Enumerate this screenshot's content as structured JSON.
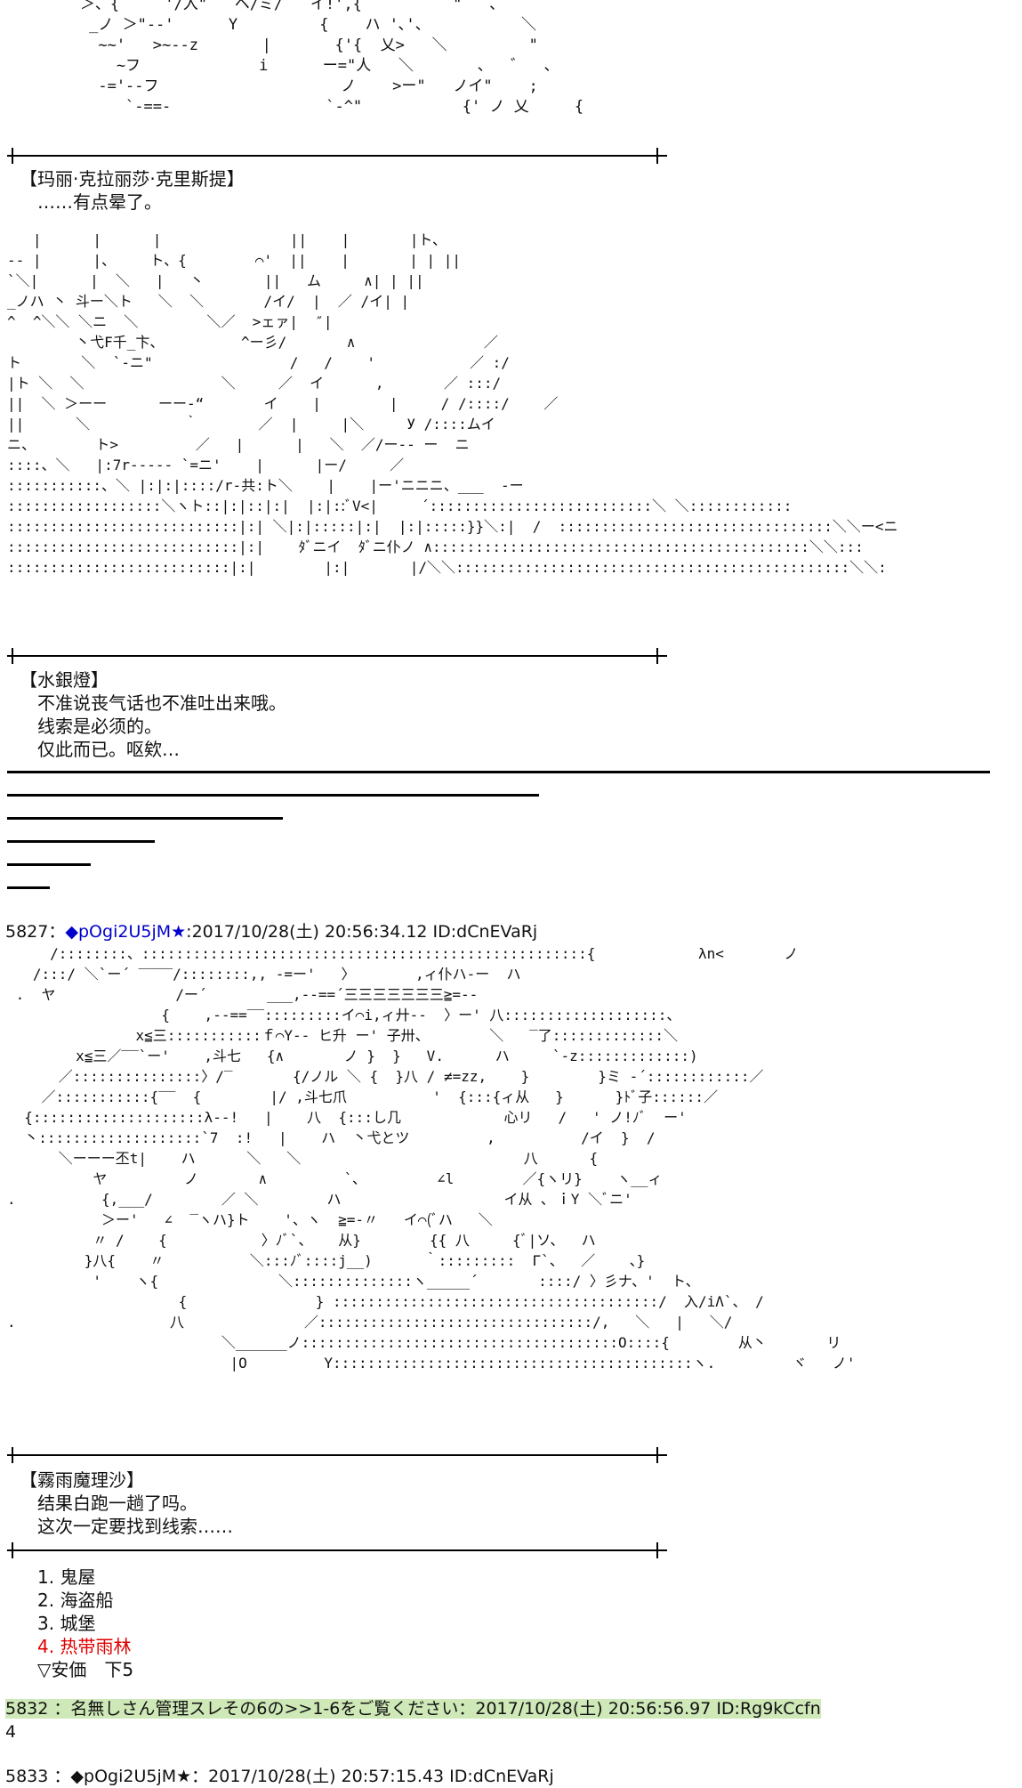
{
  "aa_top": "        ＞、{     '/入\"   ヘ/ミ/   イ!',{          \"   、\n         _ノ ＞\"--'      Y         {    ハ '､'、          ＼\n          ~~'   >~--z       |       {'{  乂>   ＼         \"\n            ~フ             i      ー=\"人   ＼       、  ゛  、\n          -='--フ                    ノ    >ー\"   ノイ\"    ;\n             `-==-                 `-^\"           {' ノ 乂     {",
  "block1": {
    "speaker": "【玛丽·克拉丽莎·克里斯提】",
    "lines": [
      "……有点晕了。"
    ]
  },
  "aa_mid": "   |      |      |               ||    |       |ト、\n-- |      |、    ト、{        ⌒'  ||    |       | | ||\n`＼|      |  ＼   |   丶       ||   ム     ∧| | ||\n_ノハ 丶 斗ー＼ト   ＼  ＼       /イ/  |  ／ /イ| |\n^  ^＼＼ ＼ニ  ＼        ＼／  >ェァ|  ″|\n        丶弋F千_卞、         ^ー彡/       ∧               ／\nト       ＼  `-ニ\"                /   /    '           ／ :/\n|ト ＼  ＼                ＼     ／  イ      ,       ／ :::/\n||  ＼ ＞ーー      ーー-“       イ    |        |     / /::::/    ／\n||      ＼           ｀       ／  |     |＼     У /::::ムイ\nニ、       ト>         ／   |      |   ＼  ／/ー-- ー  ニ\n::::、＼   |:7r----- `=ニ'    |      |ー/     ／\n:::::::::::、＼ |:|:|::::/r-共:ト＼    |    |ー'ニニニ、___  -ー\n::::::::::::::::::＼ヽト::|:|::|:|  |:|::ﾞV<|     ´::::::::::::::::::::::::::＼ ＼::::::::::::\n:::::::::::::::::::::::::::|:| ＼|:|:::::|:|  |:|:::::}}＼:|  /  ::::::::::::::::::::::::::::::::＼＼ー<ニ\n:::::::::::::::::::::::::::|:|    ﾀﾞニイ  ﾀﾞニ仆ノ ∧::::::::::::::::::::::::::::::::::::::::::::＼＼:::\n::::::::::::::::::::::::::|:|        |:|       |/＼＼::::::::::::::::::::::::::::::::::::::::::::::＼＼:",
  "block2": {
    "speaker": "【水銀燈】",
    "lines": [
      "不准说丧气话也不准吐出来哦。",
      "线索是必须的。",
      "仅此而已。呕欸…"
    ]
  },
  "post1": {
    "number": "5827",
    "sep": "：",
    "diamond": "◆",
    "trip": "pOgi2U5jM",
    "star": "★",
    "date": ":2017/10/28(土) 20:56:34.12 ID:dCnEVaRj"
  },
  "aa_post": "     /::::::::、::::::::::::::::::::::::::::::::::::::::::::::::::::{            λn<       ノ\n   /:::/ ＼`ー´ ‾‾‾‾/::::::::,, -=ー'   〉       ,ィ仆ハ-ー  ハ\n .  ヤ              /ー´       ___,--==´三三三三三三三≧=--\n                  {    ,--==‾‾:::::::::イ⌒i,ィ廾--  〉ー' 八:::::::::::::::::::、\n               x≦三:::::::::::ｆ⌒Y-- ヒ升 ー' 子卅、       ＼   ‾了:::::::::::::＼\n        x≦三／‾‾`ー'    ,斗七   {∧       ノ }  }   V.      ハ     `-z:::::::::::::)\n      ／:::::::::::::::〉/‾       {/ノル ＼ {  }八 / ≠=zz,    }        }ミ -´::::::::::::／\n    ／:::::::::::{‾‾  {        |/ ,斗七爪          '  {:::{ィ从   }      }ﾄﾞ子::::::／\n  {::::::::::::::::::::λ--!   |    八  {:::し几            心リ   /   ' ノ!ﾉﾞ  ー'\n  丶:::::::::::::::::::`7  :!   |    ハ  丶弋とツ         ,          /イ  }  /\n      ＼ーーー丕t|    ハ      ＼   ＼                          八      {\n          ヤ         ノ       ∧         `､         ∠l        ／{ヽリ}    ヽ__ィ\n.          {,___/        ／ ＼        ハ                   イ从 ､ ｉY ＼ﾞニ'\n           ＞ー'   ∠  ‾ヽハ}ト    '、ヽ  ≧=-〃   イ⌒(ﾞハ   ＼\n          〃 /    {           〉ﾉﾞ`、   从}        {{ 八     {ﾞ|ソ、  ハ\n         }八{    〃          ＼:::ﾉﾞ::::j__)      ｀:::::::::  Γ`、  ／    、}\n          '    ヽ{              ＼::::::::::::::ヽ_____´       ::::/ 〉彡ナ、'  ト、\n                    {               } ::::::::::::::::::::::::::::::::::::::/  入/iΛ`、 /\n.                  八              ／::::::::::::::::::::::::::::::::/,   ＼   |   ＼/\n                         ＼______ノ:::::::::::::::::::::::::::::::::::::O::::{        从丶       リ\n                          |O         Y::::::::::::::::::::::::::::::::::::::::::ヽ.         ヾ   ノ'",
  "block3": {
    "speaker": "【霧雨魔理沙】",
    "lines": [
      "结果白跑一趟了吗。",
      "这次一定要找到线索……"
    ]
  },
  "choices": [
    {
      "text": "1. 鬼屋",
      "selected": false
    },
    {
      "text": "2. 海盗船",
      "selected": false
    },
    {
      "text": "3. 城堡",
      "selected": false
    },
    {
      "text": "4. 热带雨林",
      "selected": true
    },
    {
      "text": "▽安価　下5",
      "selected": false
    }
  ],
  "post2": {
    "header": "5832 ：名無しさん管理スレその6の>>1-6をご覧ください：2017/10/28(土) 20:56:56.97 ID:Rg9kCcfn",
    "body": "4"
  },
  "post3": {
    "header": "5833 ：◆pOgi2U5jM★：2017/10/28(土) 20:57:15.43 ID:dCnEVaRj"
  },
  "colors": {
    "selected_choice": "#e00000",
    "trip": "#0000cc",
    "highlight": "#cfe8b8"
  }
}
